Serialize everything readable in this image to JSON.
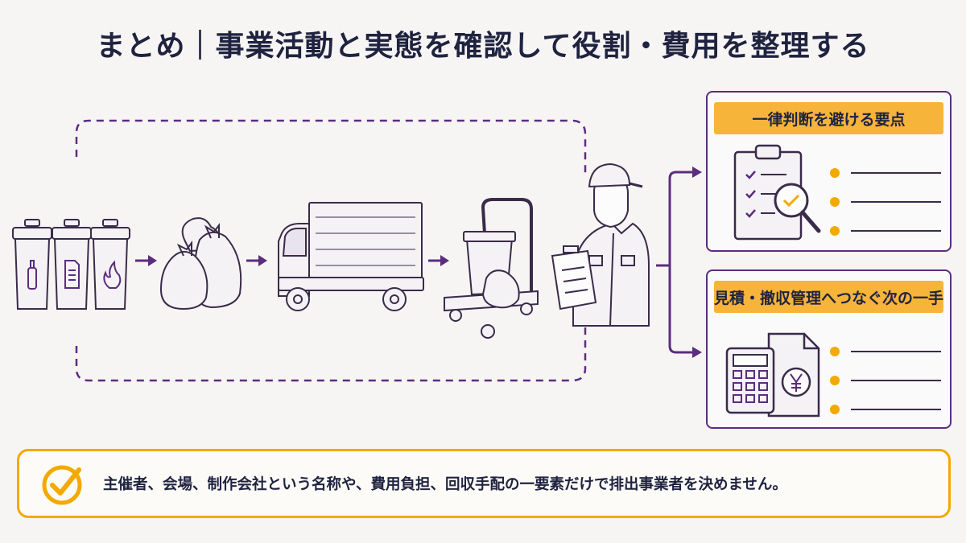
{
  "title": "まとめ｜事業活動と実態を確認して役割・費用を整理する",
  "panels": [
    {
      "label": "一律判断を避ける要点",
      "icon": "checklist-magnifier-icon",
      "bullet_count": 3
    },
    {
      "label": "見積・撤収管理へつなぐ次の一手",
      "icon": "calculator-yen-document-icon",
      "bullet_count": 3
    }
  ],
  "flow_steps": [
    {
      "name": "sorted-trash-bins",
      "icons": [
        "bottle-icon",
        "document-icon",
        "flame-icon"
      ]
    },
    {
      "name": "garbage-bags"
    },
    {
      "name": "collection-truck"
    },
    {
      "name": "bin-cart"
    },
    {
      "name": "worker-with-clipboard"
    }
  ],
  "summary": {
    "text": "主催者、会場、制作会社という名称や、費用負担、回収手配の一要素だけで排出事業者を決めません。",
    "icon": "check-circle-icon"
  },
  "colors": {
    "accent_purple": "#5b2d7e",
    "accent_orange": "#f6b43a",
    "title_navy": "#1f2340"
  }
}
